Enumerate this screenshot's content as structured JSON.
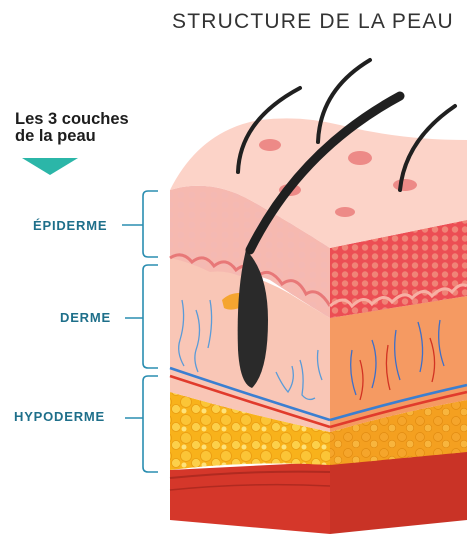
{
  "title": "STRUCTURE DE LA PEAU",
  "intro": {
    "line1": "Les 3 couches",
    "line2": "de la peau"
  },
  "layers": [
    {
      "label": "ÉPIDERME",
      "color": "#e8575f"
    },
    {
      "label": "DERME",
      "color": "#f3a77a"
    },
    {
      "label": "HYPODERME",
      "color": "#f6a81c"
    }
  ],
  "colors": {
    "label_text": "#1e6f8a",
    "arrow": "#2bb6a8",
    "bracket": "#2a8db0"
  }
}
